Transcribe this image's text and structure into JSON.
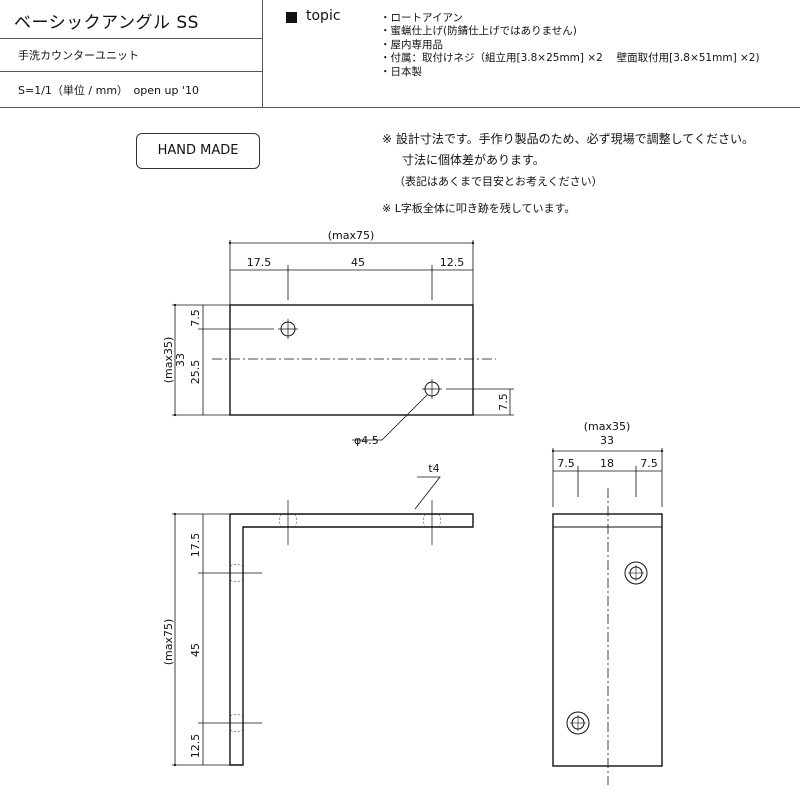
{
  "header": {
    "product_title": "ベーシックアングル SS",
    "product_subtitle": "手洗カウンターユニット",
    "scale_note": "S=1/1（単位 / mm）　open up '10",
    "topic_label": "topic",
    "topic_items": [
      "・ロートアイアン",
      "・蜜蝋仕上げ(防錆仕上げではありません)",
      "・屋内専用品",
      "・付属：取付けネジ（組立用[3.8×25mm] ×2　 壁面取付用[3.8×51mm] ×2)",
      "・日本製"
    ]
  },
  "badge": {
    "label": "HAND MADE"
  },
  "notes": {
    "line1": "※ 設計寸法です。手作り製品のため、必ず現場で調整してください。",
    "line2": "寸法に個体差があります。",
    "line3": "（表記はあくまで目安とお考えください）",
    "line4": "※ L字板全体に叩き跡を残しています。"
  },
  "top_view": {
    "overall_width": "(max75)",
    "dim_left": "17.5",
    "dim_mid": "45",
    "dim_right": "12.5",
    "height_max": "(max35)",
    "height": "33",
    "dim_top_hole": "7.5",
    "dim_lower": "25.5",
    "dim_bottom_hole": "7.5",
    "hole_diameter": "φ4.5"
  },
  "side_view": {
    "thickness": "t4",
    "height_max": "(max75)",
    "dim_top": "17.5",
    "dim_mid": "45",
    "dim_bottom": "12.5"
  },
  "front_view": {
    "width_max": "(max35)",
    "width": "33",
    "dim_left": "7.5",
    "dim_mid": "18",
    "dim_right": "7.5"
  }
}
